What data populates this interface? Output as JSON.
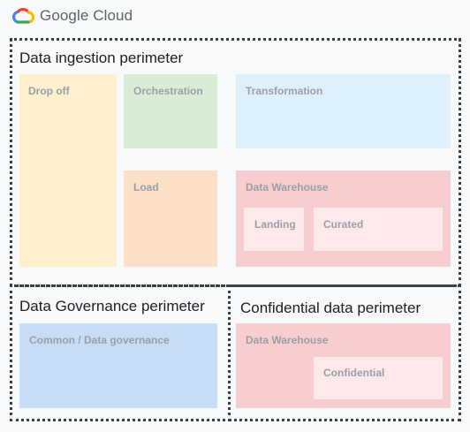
{
  "brand": {
    "logo_text": "Google Cloud",
    "logo_icon": "google-cloud-logo-icon"
  },
  "colors": {
    "drop_off": "#fef0cd",
    "orchestration": "#d9ecd6",
    "load": "#fde0c8",
    "transformation": "#def0fb",
    "data_warehouse": "#f8cdcf",
    "inner_zone": "#fde8ea",
    "governance": "#c7dcf7",
    "perimeter_border": "#3c4043"
  },
  "ingestion": {
    "label": "Data ingestion perimeter",
    "drop_off": "Drop off",
    "orchestration": "Orchestration",
    "transformation": "Transformation",
    "load": "Load",
    "warehouse": {
      "label": "Data Warehouse",
      "landing": "Landing",
      "curated": "Curated"
    }
  },
  "governance": {
    "label": "Data Governance perimeter",
    "common": "Common / Data governance"
  },
  "confidential": {
    "label": "Confidential data perimeter",
    "warehouse": {
      "label": "Data Warehouse",
      "confidential": "Confidential"
    }
  }
}
